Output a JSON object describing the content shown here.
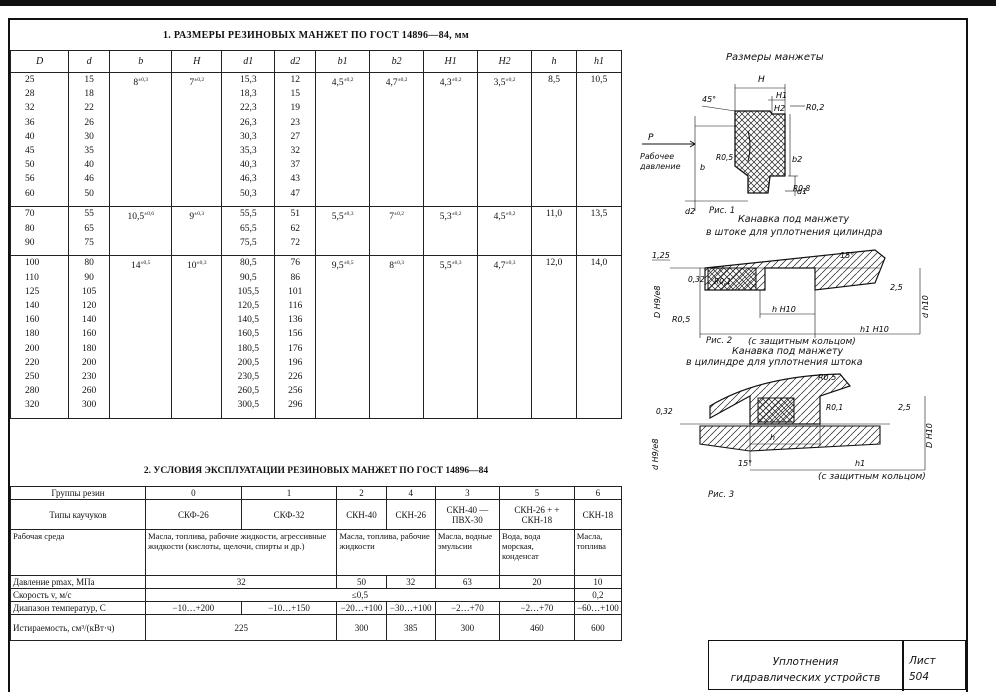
{
  "table1": {
    "title": "1. РАЗМЕРЫ РЕЗИНОВЫХ МАНЖЕТ ПО ГОСТ 14896—84, мм",
    "headers": [
      "D",
      "d",
      "b",
      "H",
      "d1",
      "d2",
      "b1",
      "b2",
      "H1",
      "H2",
      "h",
      "h1"
    ],
    "groups": [
      {
        "D": [
          "25",
          "28",
          "32",
          "36",
          "40",
          "45",
          "50",
          "56",
          "60"
        ],
        "d": [
          "15",
          "18",
          "22",
          "26",
          "30",
          "35",
          "40",
          "46",
          "50"
        ],
        "b": "8",
        "b_tol": "±0,3",
        "H": "7",
        "H_tol": "±0,2",
        "d1": [
          "15,3",
          "18,3",
          "22,3",
          "26,3",
          "30,3",
          "35,3",
          "40,3",
          "46,3",
          "50,3"
        ],
        "d2": [
          "12",
          "15",
          "19",
          "23",
          "27",
          "32",
          "37",
          "43",
          "47"
        ],
        "b1": "4,5",
        "b1_tol": "±0,2",
        "b2": "4,7",
        "b2_tol": "±0,2",
        "H1": "4,3",
        "H1_tol": "±0,2",
        "H2": "3,5",
        "H2_tol": "±0,2",
        "h": "8,5",
        "h1": "10,5"
      },
      {
        "D": [
          "70",
          "80",
          "90"
        ],
        "d": [
          "55",
          "65",
          "75"
        ],
        "b": "10,5",
        "b_tol": "±0,6",
        "H": "9",
        "H_tol": "±0,3",
        "d1": [
          "55,5",
          "65,5",
          "75,5"
        ],
        "d2": [
          "51",
          "62",
          "72"
        ],
        "b1": "5,5",
        "b1_tol": "±0,3",
        "b2": "7",
        "b2_tol": "±0,2",
        "H1": "5,3",
        "H1_tol": "±0,2",
        "H2": "4,5",
        "H2_tol": "±0,2",
        "h": "11,0",
        "h1": "13,5"
      },
      {
        "D": [
          "100",
          "110",
          "125",
          "140",
          "160",
          "180",
          "200",
          "220",
          "250",
          "280",
          "320"
        ],
        "d": [
          "80",
          "90",
          "105",
          "120",
          "140",
          "160",
          "180",
          "200",
          "230",
          "260",
          "300"
        ],
        "b": "14",
        "b_tol": "±0,5",
        "H": "10",
        "H_tol": "±0,3",
        "d1": [
          "80,5",
          "90,5",
          "105,5",
          "120,5",
          "140,5",
          "160,5",
          "180,5",
          "200,5",
          "230,5",
          "260,5",
          "300,5"
        ],
        "d2": [
          "76",
          "86",
          "101",
          "116",
          "136",
          "156",
          "176",
          "196",
          "226",
          "256",
          "296"
        ],
        "b1": "9,5",
        "b1_tol": "±0,5",
        "b2": "8",
        "b2_tol": "±0,3",
        "H1": "5,5",
        "H1_tol": "±0,3",
        "H2": "4,7",
        "H2_tol": "±0,3",
        "h": "12,0",
        "h1": "14,0"
      }
    ]
  },
  "table2": {
    "title": "2. УСЛОВИЯ ЭКСПЛУАТАЦИИ РЕЗИНОВЫХ МАНЖЕТ ПО ГОСТ 14896—84",
    "row_groups_label": "Группы резин",
    "groups": [
      "0",
      "1",
      "2",
      "4",
      "3",
      "5",
      "6"
    ],
    "row_types_label": "Типы каучуков",
    "types": [
      "СКФ-26",
      "СКФ-32",
      "СКН-40",
      "СКН-26",
      "СКН-40 — ПВХ-30",
      "СКН-26 + + СКН-18",
      "СКН-18"
    ],
    "row_env_label": "Рабочая среда",
    "env": [
      "Масла, топлива, рабочие жидкости, агрессивные жидкости (кислоты, щелочи, спирты и др.)",
      "Масла, топлива, рабочие жидкости",
      "Масла, водные эмульсии",
      "Вода, вода морская, конденсат",
      "Масла, топлива"
    ],
    "row_pressure_label": "Давление pmax, МПа",
    "pressure": [
      "32",
      "50",
      "32",
      "63",
      "20",
      "10"
    ],
    "row_speed_label": "Скорость v, м/с",
    "speed": [
      "≤0,5",
      "0,2"
    ],
    "row_temp_label": "Диапазон температур, С",
    "temps": [
      "−10…+200",
      "−10…+150",
      "−20…+100",
      "−30…+100",
      "−2…+70",
      "−2…+70",
      "−60…+100"
    ],
    "row_wear_label": "Истираемость, см³/(кВт·ч)",
    "wear": [
      "225",
      "300",
      "385",
      "300",
      "460",
      "600"
    ]
  },
  "figures": {
    "cuff_title": "Размеры манжеты",
    "fig1_caption": "Рис. 1",
    "pressure_label": "P",
    "pressure_note": "Рабочее давление",
    "groove_rod_title_1": "Канавка под манжету",
    "groove_rod_title_2": "в штоке для уплотнения цилиндра",
    "fig2_caption": "Рис. 2",
    "groove_cyl_title_1": "Канавка под манжету",
    "groove_cyl_title_2": "в цилиндре для уплотнения штока",
    "fig3_caption": "Рис. 3",
    "note_protective_ring": "(с защитным кольцом)",
    "dims": {
      "H": "H",
      "H1": "H1",
      "H2": "H2",
      "b": "b",
      "b1": "b1",
      "b2": "b2",
      "d1": "d1",
      "d2": "d2",
      "angle45": "45°",
      "r02": "R0,2",
      "r05": "R0,5",
      "r08": "R0,8",
      "v125": "1,25",
      "v032": "0,32",
      "r01": "R0,1",
      "angle15": "15°",
      "v25": "2,5",
      "D_H9e8": "D H9/e8",
      "d_h10": "d h10",
      "h_H10": "h H10",
      "h1_H10": "h1 H10",
      "d_H9e8": "d H9/e8",
      "D_H10": "D H10",
      "h": "h",
      "h1": "h1"
    }
  },
  "stamp": {
    "name_line1": "Уплотнения",
    "name_line2": "гидравлических устройств",
    "sheet_label": "Лист",
    "sheet_number": "504"
  }
}
